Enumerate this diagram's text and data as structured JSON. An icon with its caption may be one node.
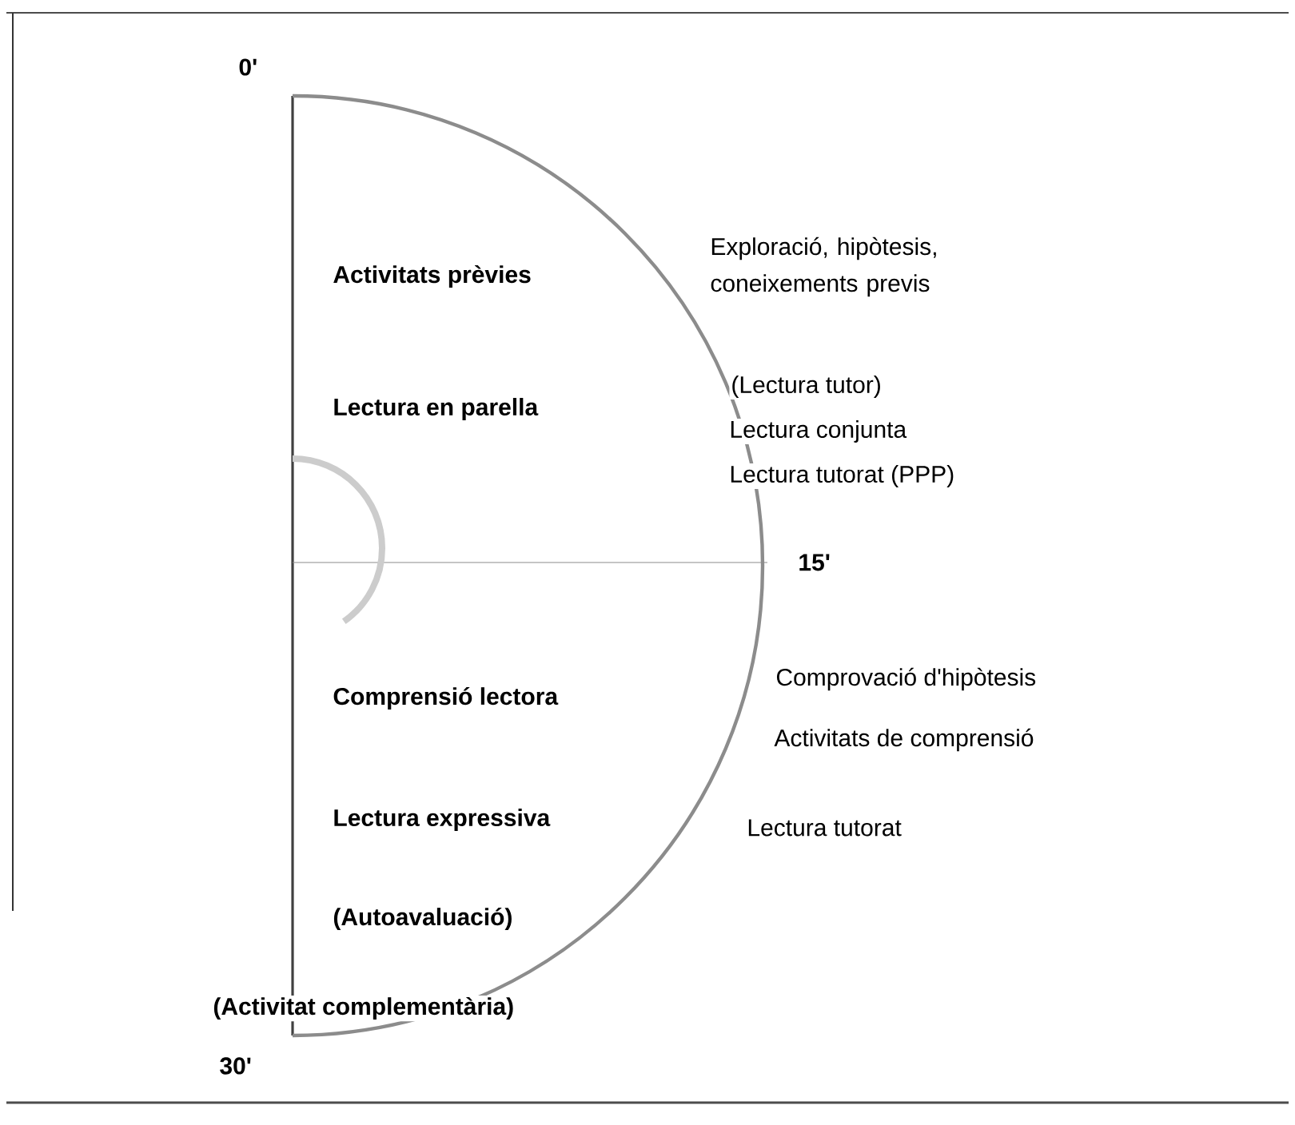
{
  "diagram": {
    "labels": [
      "0'",
      "Activitats prèvies",
      "Exploració, hipòtesis, coneixements previs",
      "Lectura en parella",
      "(Lectura tutor)",
      "Lectura conjunta",
      "Lectura tutorat (PPP)",
      "15'",
      "Comprensió lectora",
      "Comprovació d'hipòtesis",
      "Activitats de comprensió",
      "Lectura expressiva",
      "Lectura tutorat",
      "(Autoavaluació)",
      "(Activitat complementària)",
      "30'"
    ]
  }
}
